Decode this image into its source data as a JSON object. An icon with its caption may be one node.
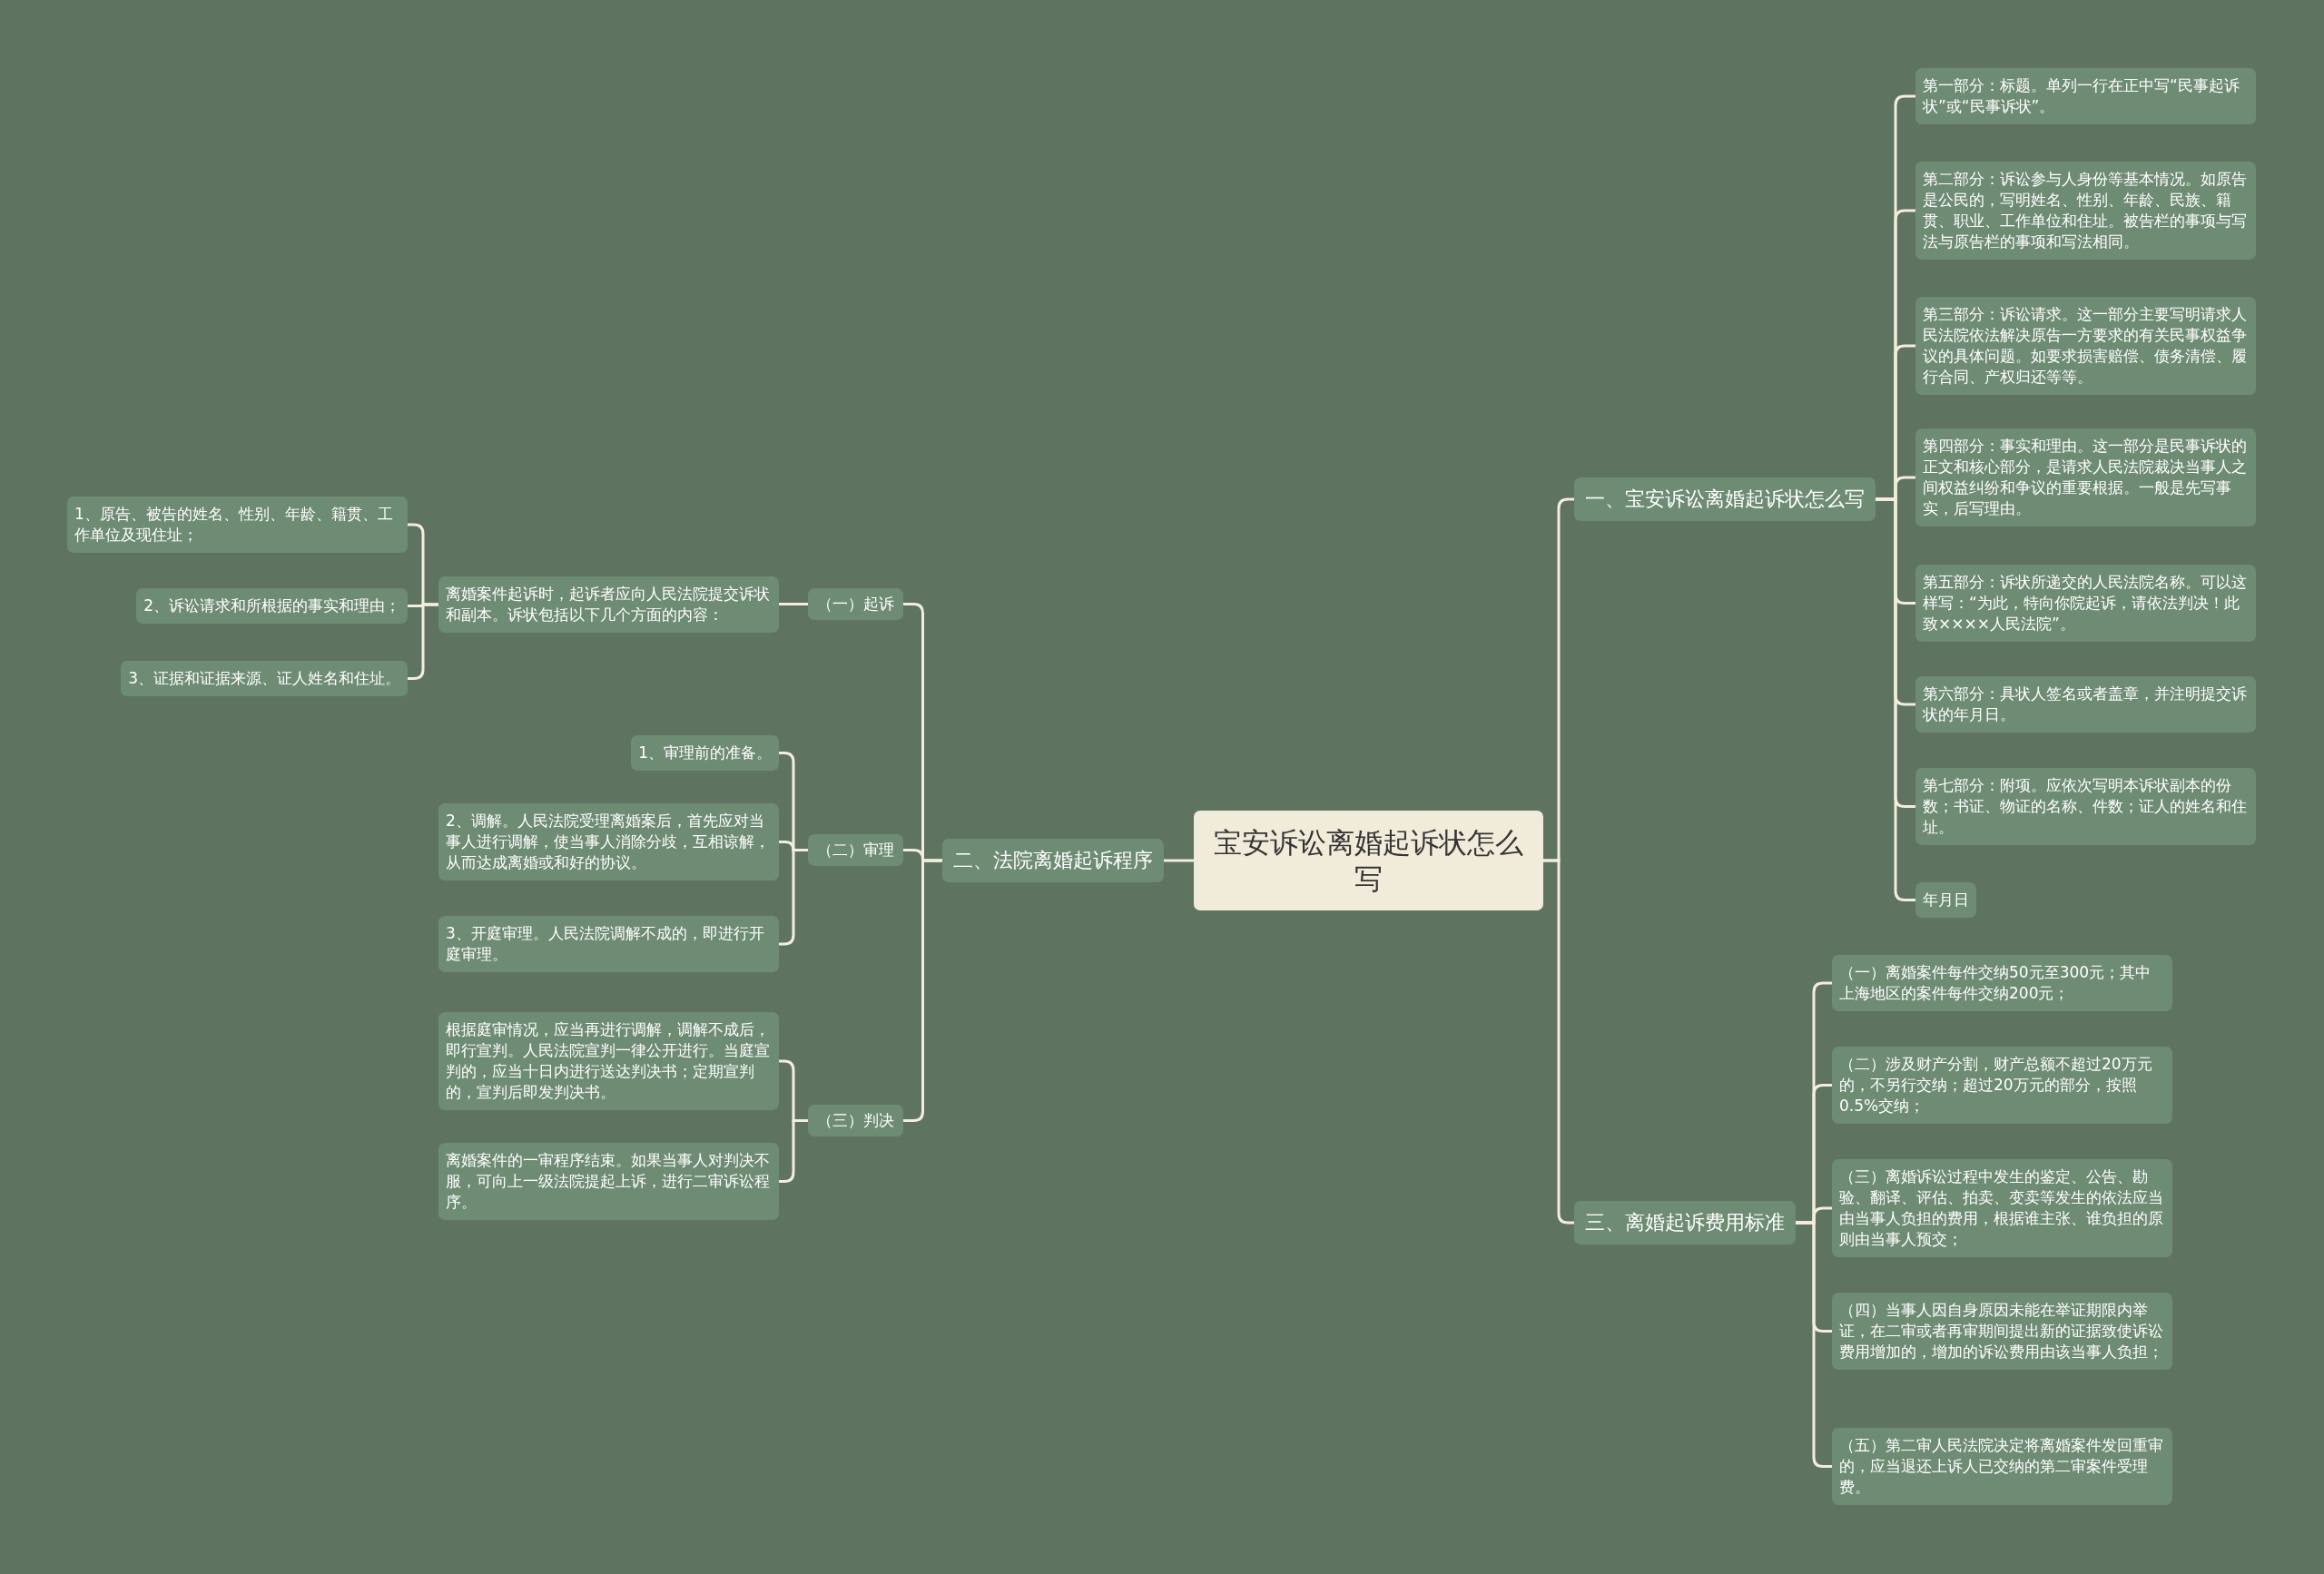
{
  "diagram": {
    "nodes": [
      {
        "text": [
          "宝安诉讼离婚起诉状怎么写"
        ]
      },
      {
        "text": [
          "一、宝安诉讼离婚起诉状怎么写"
        ]
      },
      {
        "text": [
          "第一部分：标题。单列一行在正中写“民事起诉状”或“民事诉状”。"
        ]
      },
      {
        "text": [
          "第二部分：诉讼参与人身份等基本情况。如原告是公民的，写明姓名、性别、年龄、民族、籍贯、职业、工作单位和住址。被告栏的事项与写法与原告栏的事项和写法相同。"
        ]
      },
      {
        "text": [
          "第三部分：诉讼请求。这一部分主要写明请求人民法院依法解决原告一方要求的有关民事权益争议的具体问题。如要求损害赔偿、债务清偿、履行合同、产权归还等等。"
        ]
      },
      {
        "text": [
          "第四部分：事实和理由。这一部分是民事诉状的正文和核心部分，是请求人民法院裁决当事人之间权益纠纷和争议的重要根据。一般是先写事实，后写理由。"
        ]
      },
      {
        "text": [
          "第五部分：诉状所递交的人民法院名称。可以这样写：“为此，特向你院起诉，请依法判决！此致××××人民法院”。"
        ]
      },
      {
        "text": [
          "第六部分：具状人签名或者盖章，并注明提交诉状的年月日。"
        ]
      },
      {
        "text": [
          "第七部分：附项。应依次写明本诉状副本的份数；书证、物证的名称、件数；证人的姓名和住址。"
        ]
      },
      {
        "text": [
          "年月日"
        ]
      },
      {
        "text": [
          "二、法院离婚起诉程序"
        ]
      },
      {
        "text": [
          "（一）起诉"
        ]
      },
      {
        "text": [
          "离婚案件起诉时，起诉者应向人民法院提交诉状和副本。诉状包括以下几个方面的内容："
        ]
      },
      {
        "text": [
          "1、原告、被告的姓名、性别、年龄、籍贯、工作单位及现住址；"
        ]
      },
      {
        "text": [
          "2、诉讼请求和所根据的事实和理由；"
        ]
      },
      {
        "text": [
          "3、证据和证据来源、证人姓名和住址。"
        ]
      },
      {
        "text": [
          "（二）审理"
        ]
      },
      {
        "text": [
          "1、审理前的准备。"
        ]
      },
      {
        "text": [
          "2、调解。人民法院受理离婚案后，首先应对当事人进行调解，使当事人消除分歧，互相谅解，从而达成离婚或和好的协议。"
        ]
      },
      {
        "text": [
          "3、开庭审理。人民法院调解不成的，即进行开庭审理。"
        ]
      },
      {
        "text": [
          "（三）判决"
        ]
      },
      {
        "text": [
          "根据庭审情况，应当再进行调解，调解不成后，即行宣判。人民法院宣判一律公开进行。当庭宣判的，应当十日内进行送达判决书；定期宣判的，宣判后即发判决书。"
        ]
      },
      {
        "text": [
          "离婚案件的一审程序结束。如果当事人对判决不服，可向上一级法院提起上诉，进行二审诉讼程序。"
        ]
      },
      {
        "text": [
          "三、离婚起诉费用标准"
        ]
      },
      {
        "text": [
          "（一）离婚案件每件交纳50元至300元；其中上海地区的案件每件交纳200元；"
        ]
      },
      {
        "text": [
          "（二）涉及财产分割，财产总额不超过20万元的，不另行交纳；超过20万元的部分，按照0.5%交纳；"
        ]
      },
      {
        "text": [
          "（三）离婚诉讼过程中发生的鉴定、公告、勘验、翻译、评估、拍卖、变卖等发生的依法应当由当事人负担的费用，根据谁主张、谁负担的原则由当事人预交；"
        ]
      },
      {
        "text": [
          "（四）当事人因自身原因未能在举证期限内举证，在二审或者再审期间提出新的证据致使诉讼费用增加的，增加的诉讼费用由该当事人负担；"
        ]
      },
      {
        "text": [
          "（五）第二审人民法院决定将离婚案件发回重审的，应当退还上诉人已交纳的第二审案件受理费。"
        ]
      }
    ],
    "edges": [
      {
        "from": 0,
        "to": 1,
        "arrow": "none"
      },
      {
        "from": 1,
        "to": 2,
        "arrow": "none"
      },
      {
        "from": 1,
        "to": 3,
        "arrow": "none"
      },
      {
        "from": 1,
        "to": 4,
        "arrow": "none"
      },
      {
        "from": 1,
        "to": 5,
        "arrow": "none"
      },
      {
        "from": 1,
        "to": 6,
        "arrow": "none"
      },
      {
        "from": 1,
        "to": 7,
        "arrow": "none"
      },
      {
        "from": 1,
        "to": 8,
        "arrow": "none"
      },
      {
        "from": 1,
        "to": 9,
        "arrow": "none"
      },
      {
        "from": 0,
        "to": 10,
        "arrow": "none"
      },
      {
        "from": 10,
        "to": 11,
        "arrow": "none"
      },
      {
        "from": 11,
        "to": 12,
        "arrow": "none"
      },
      {
        "from": 12,
        "to": 13,
        "arrow": "none"
      },
      {
        "from": 12,
        "to": 14,
        "arrow": "none"
      },
      {
        "from": 12,
        "to": 15,
        "arrow": "none"
      },
      {
        "from": 10,
        "to": 16,
        "arrow": "none"
      },
      {
        "from": 16,
        "to": 17,
        "arrow": "none"
      },
      {
        "from": 16,
        "to": 18,
        "arrow": "none"
      },
      {
        "from": 16,
        "to": 19,
        "arrow": "none"
      },
      {
        "from": 10,
        "to": 20,
        "arrow": "none"
      },
      {
        "from": 20,
        "to": 21,
        "arrow": "none"
      },
      {
        "from": 20,
        "to": 22,
        "arrow": "none"
      },
      {
        "from": 0,
        "to": 23,
        "arrow": "none"
      },
      {
        "from": 23,
        "to": 24,
        "arrow": "none"
      },
      {
        "from": 23,
        "to": 25,
        "arrow": "none"
      },
      {
        "from": 23,
        "to": 26,
        "arrow": "none"
      },
      {
        "from": 23,
        "to": 27,
        "arrow": "none"
      },
      {
        "from": 23,
        "to": 28,
        "arrow": "none"
      }
    ]
  }
}
